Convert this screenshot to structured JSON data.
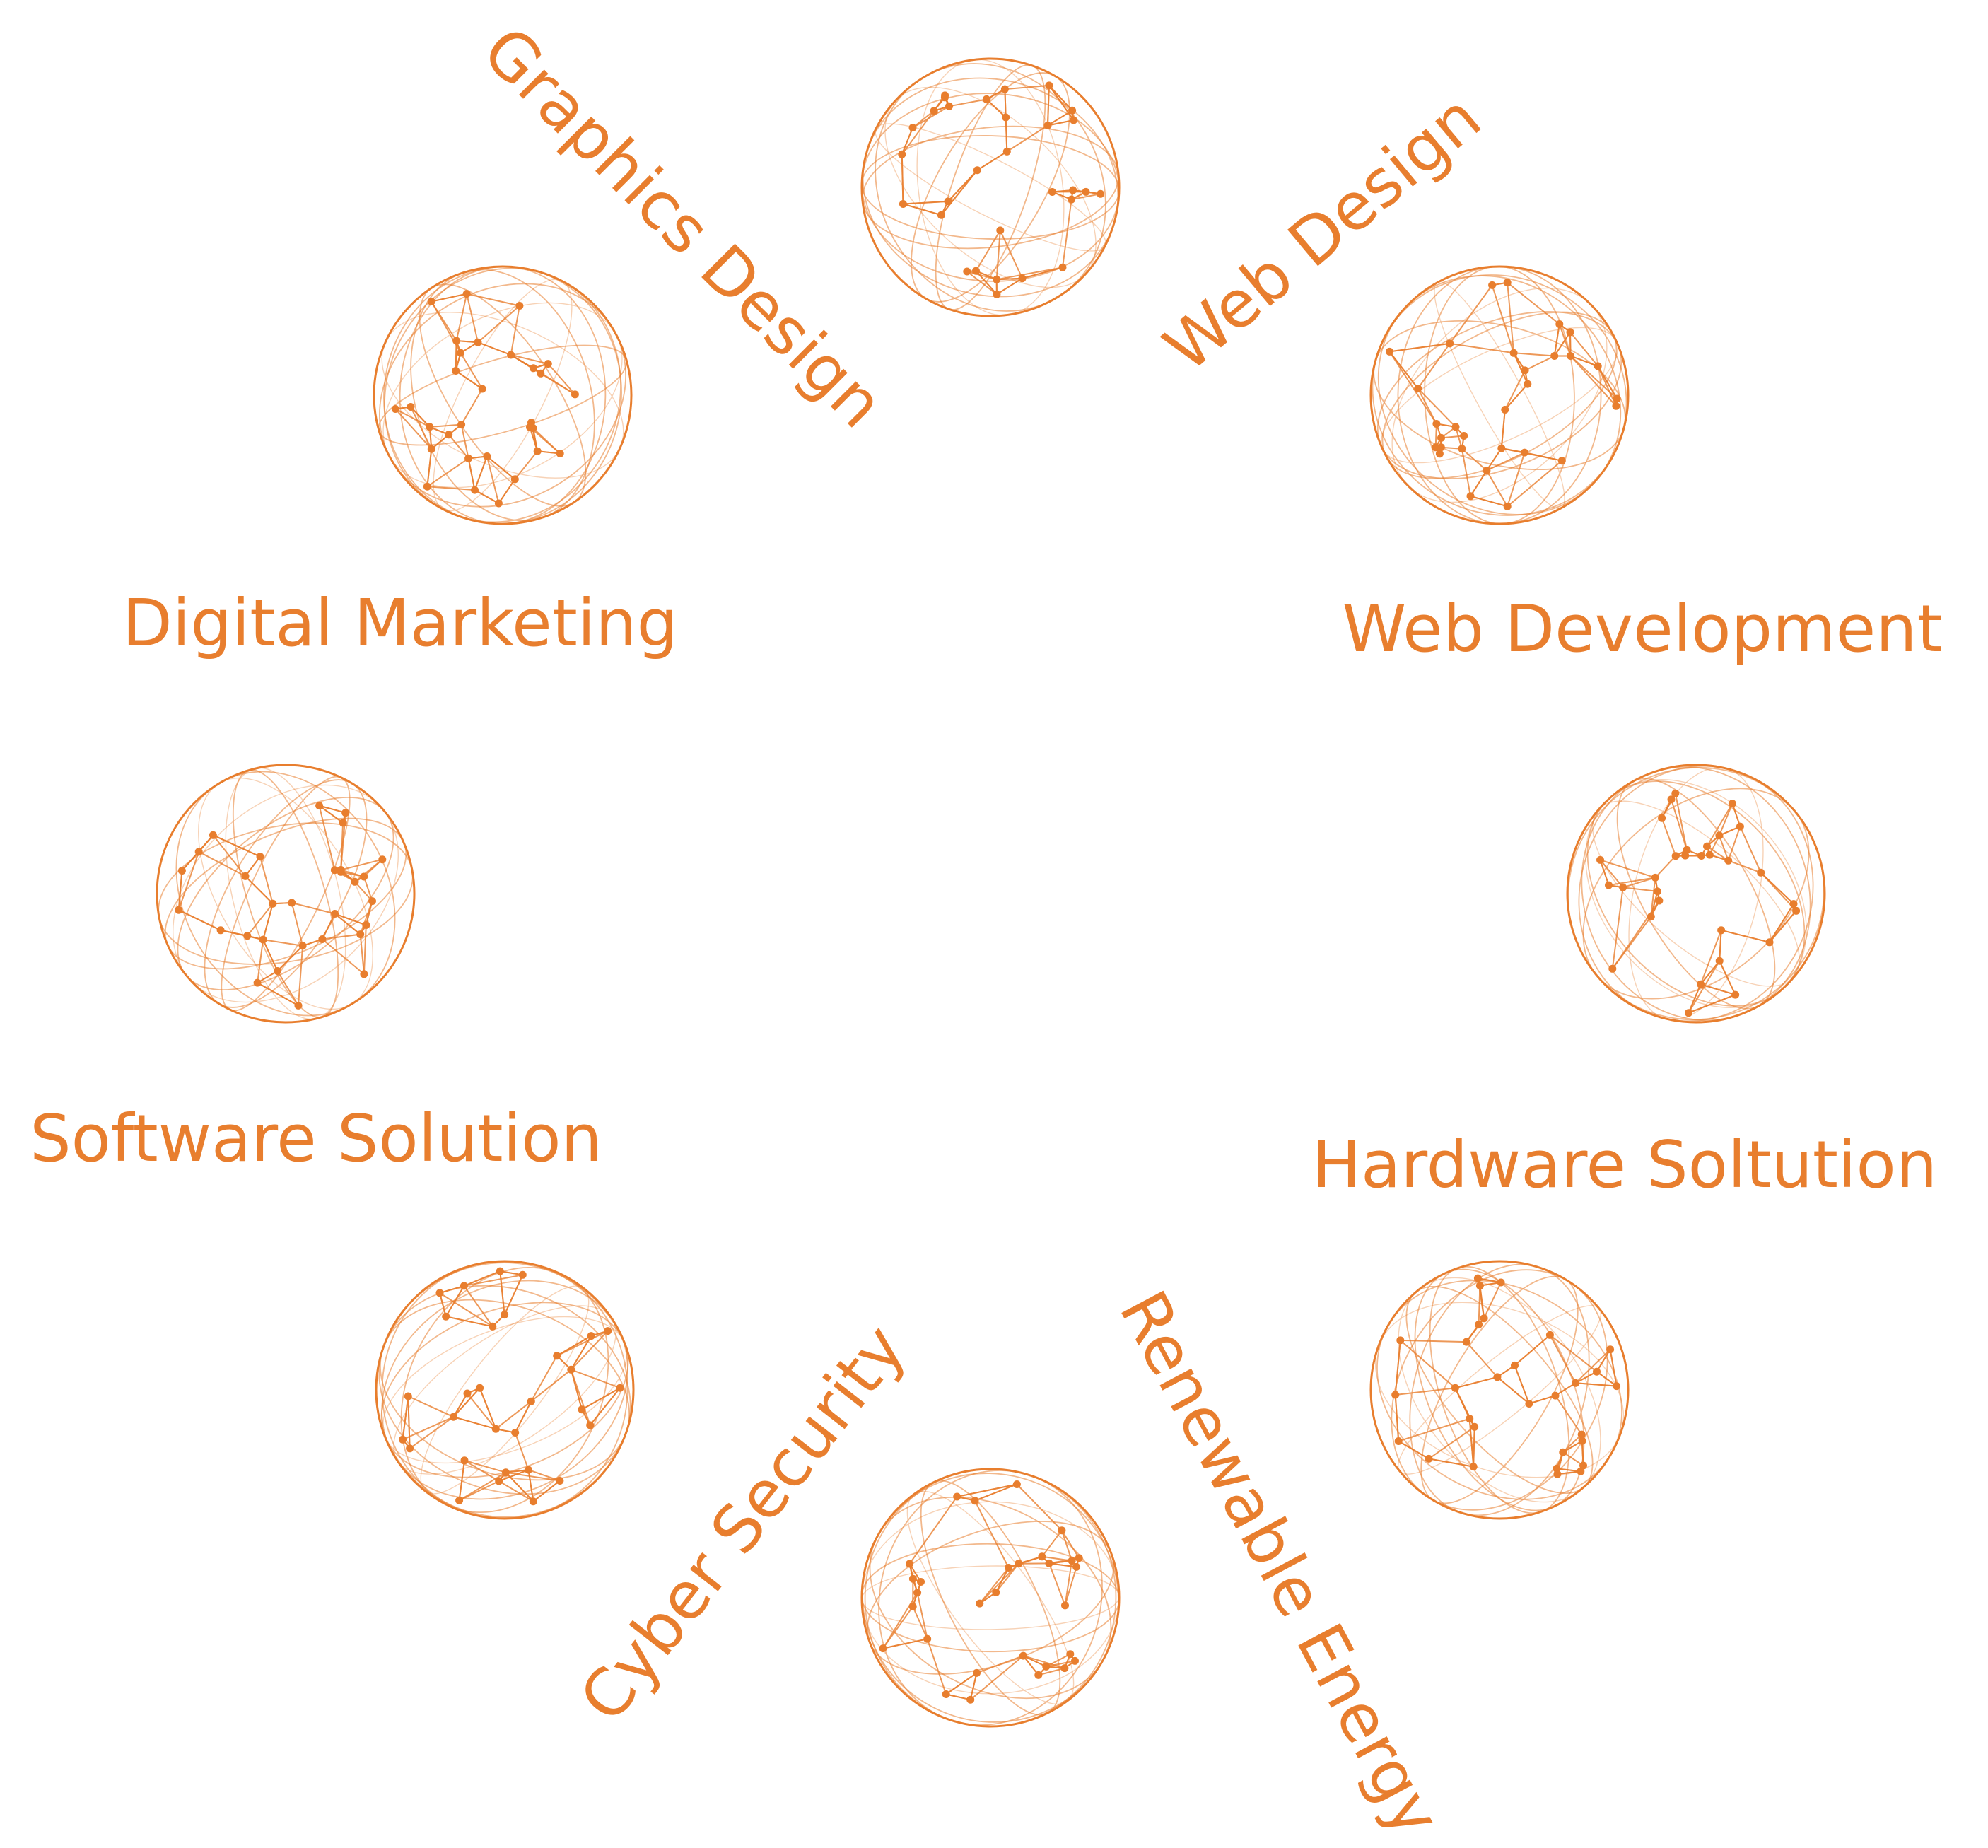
{
  "diagram": {
    "accent_color": "#E87E2E",
    "node_icon": "network-globe-icon",
    "services": [
      {
        "label": "Graphics Design"
      },
      {
        "label": "Web Design"
      },
      {
        "label": "Digital Marketing"
      },
      {
        "label": "Web Development"
      },
      {
        "label": "Software Solution"
      },
      {
        "label": "Hardware Soltution"
      },
      {
        "label": "Cyber Security"
      },
      {
        "label": "Renewable Energy"
      }
    ]
  }
}
